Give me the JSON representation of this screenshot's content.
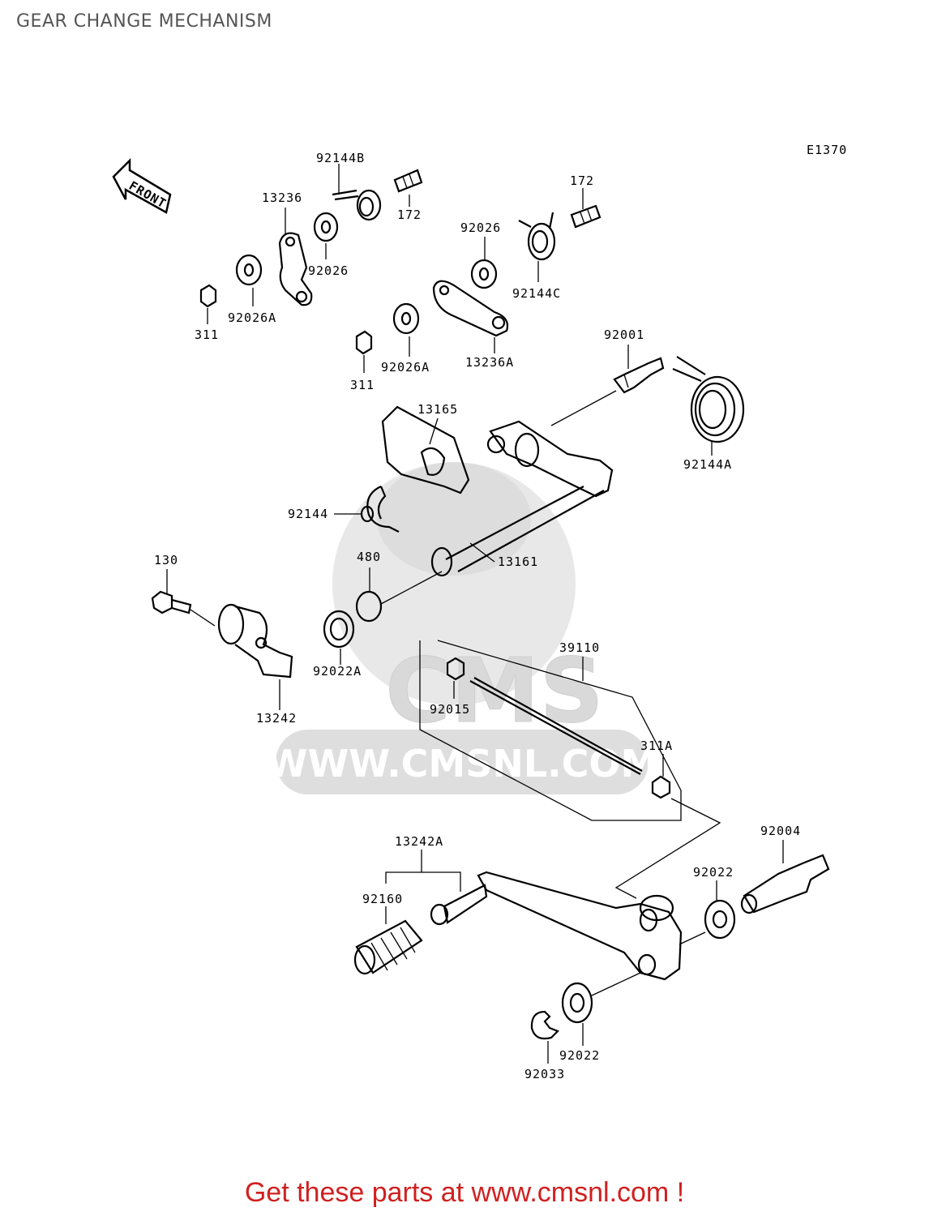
{
  "title": "GEAR CHANGE MECHANISM",
  "diagram_code": "E1370",
  "front_label": "FRONT",
  "watermark": {
    "logo": "CMS",
    "url": "WWW.CMSNL.COM"
  },
  "parts": {
    "p92144B": "92144B",
    "p172_a": "172",
    "p13236": "13236",
    "p92026_a": "92026",
    "p92026A_a": "92026A",
    "p311_a": "311",
    "p92026_b": "92026",
    "p92144C": "92144C",
    "p172_b": "172",
    "p92026A_b": "92026A",
    "p311_b": "311",
    "p13236A": "13236A",
    "p92001": "92001",
    "p13165": "13165",
    "p92144A": "92144A",
    "p92144": "92144",
    "p13161": "13161",
    "p130": "130",
    "p480": "480",
    "p92022A": "92022A",
    "p13242": "13242",
    "p39110": "39110",
    "p92015": "92015",
    "p311A": "311A",
    "p13242A": "13242A",
    "p92160": "92160",
    "p92004": "92004",
    "p92022_a": "92022",
    "p92022_b": "92022",
    "p92033": "92033"
  },
  "footer": "Get these parts at www.cmsnl.com !"
}
